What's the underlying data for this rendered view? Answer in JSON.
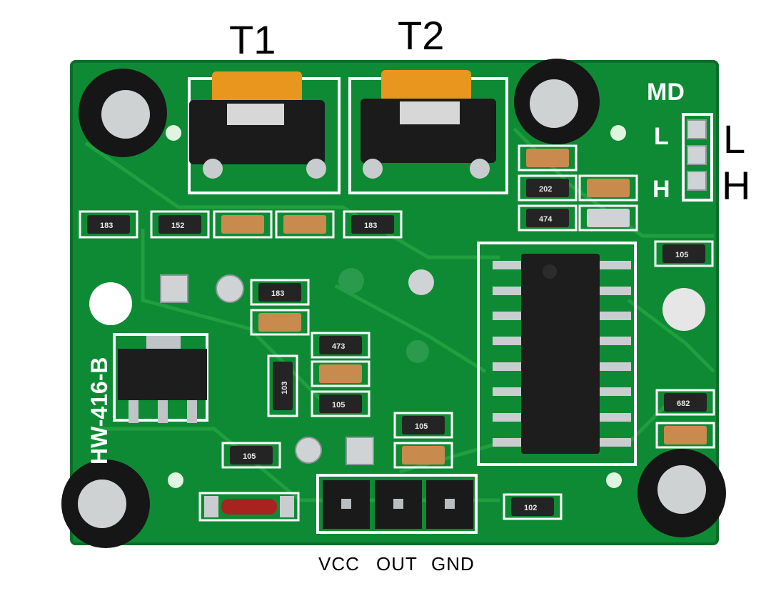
{
  "labels": {
    "pot_left": "T1",
    "pot_right": "T2",
    "jumper_low": "L",
    "jumper_high": "H",
    "pin_vcc": "VCC",
    "pin_out": "OUT",
    "pin_gnd": "GND"
  },
  "silkscreen": {
    "board_id": "HW-416-B",
    "mode_mark": "MD",
    "mode_low": "L",
    "mode_high": "H"
  },
  "smd_codes": {
    "r1": "183",
    "r2": "152",
    "r3": "183",
    "r4": "202",
    "r5": "474",
    "r6": "105",
    "r7": "183",
    "r8": "473",
    "r9": "103",
    "r10": "105",
    "r11": "105",
    "r12": "105",
    "r13": "682",
    "r14": "102"
  },
  "colors": {
    "pcb": "#0f8a34",
    "pcb_dark": "#0b6e29",
    "silk": "#ffffff",
    "pot_body": "#e8961e",
    "pin_black": "#1a1a1a"
  }
}
